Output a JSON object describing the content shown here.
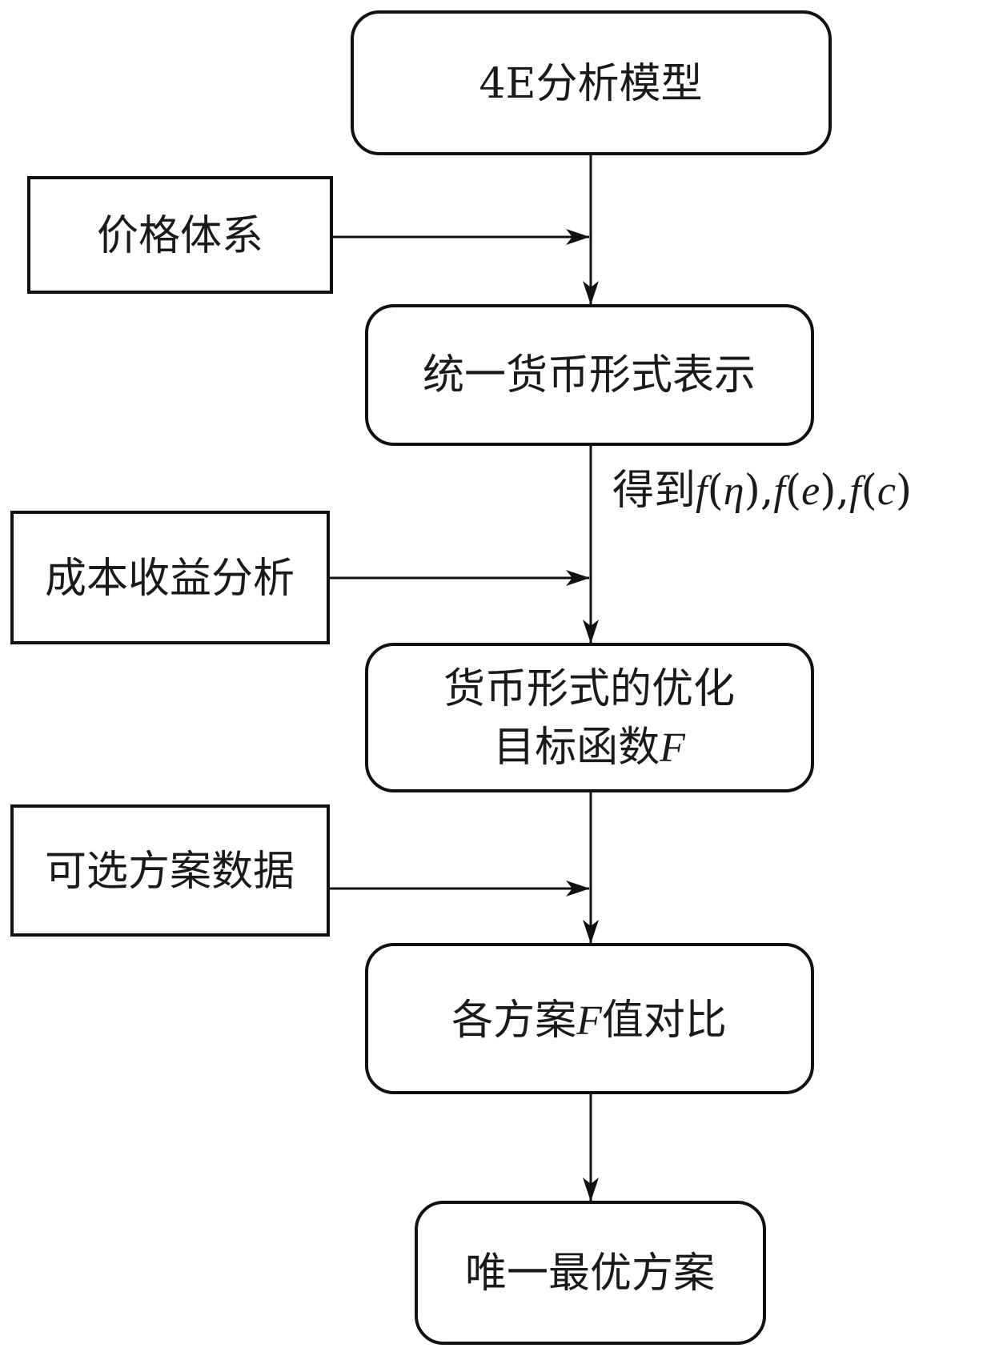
{
  "diagram": {
    "type": "flowchart",
    "direction": "top-to-bottom",
    "colors": {
      "stroke": "#111111",
      "text": "#1a1a1a",
      "background": "#ffffff"
    },
    "main_nodes": [
      {
        "id": "model",
        "shape": "rounded-rect",
        "lines": [
          {
            "text": "4E分析模型"
          }
        ]
      },
      {
        "id": "unify",
        "shape": "rounded-rect",
        "lines": [
          {
            "text": "统一货币形式表示"
          }
        ]
      },
      {
        "id": "objective",
        "shape": "rounded-rect",
        "lines": [
          {
            "text": "货币形式的优化"
          },
          {
            "text": "目标函数",
            "math": "F"
          }
        ]
      },
      {
        "id": "compare",
        "shape": "rounded-rect",
        "lines": [
          {
            "text": "各方案",
            "math": "F",
            "suffix": "值对比"
          }
        ]
      },
      {
        "id": "optimal",
        "shape": "rounded-rect",
        "lines": [
          {
            "text": "唯一最优方案"
          }
        ]
      }
    ],
    "side_nodes": [
      {
        "id": "price",
        "shape": "rect",
        "text": "价格体系",
        "feeds_edge": "model-unify"
      },
      {
        "id": "cba",
        "shape": "rect",
        "text": "成本收益分析",
        "feeds_edge": "unify-objective"
      },
      {
        "id": "options",
        "shape": "rect",
        "text": "可选方案数据",
        "feeds_edge": "objective-compare"
      }
    ],
    "edges": [
      {
        "from": "model",
        "to": "unify"
      },
      {
        "from": "unify",
        "to": "objective",
        "label": {
          "prefix": "得到",
          "math": "f(η),f(e),f(c)"
        }
      },
      {
        "from": "objective",
        "to": "compare"
      },
      {
        "from": "compare",
        "to": "optimal"
      },
      {
        "from": "price",
        "to": "model-unify"
      },
      {
        "from": "cba",
        "to": "unify-objective"
      },
      {
        "from": "options",
        "to": "objective-compare"
      }
    ],
    "edge_label": {
      "prefix": "得到",
      "parts": [
        "f",
        "(",
        "η",
        "),",
        "f",
        "(",
        "e",
        "),",
        "f",
        "(",
        "c",
        ")"
      ]
    }
  }
}
